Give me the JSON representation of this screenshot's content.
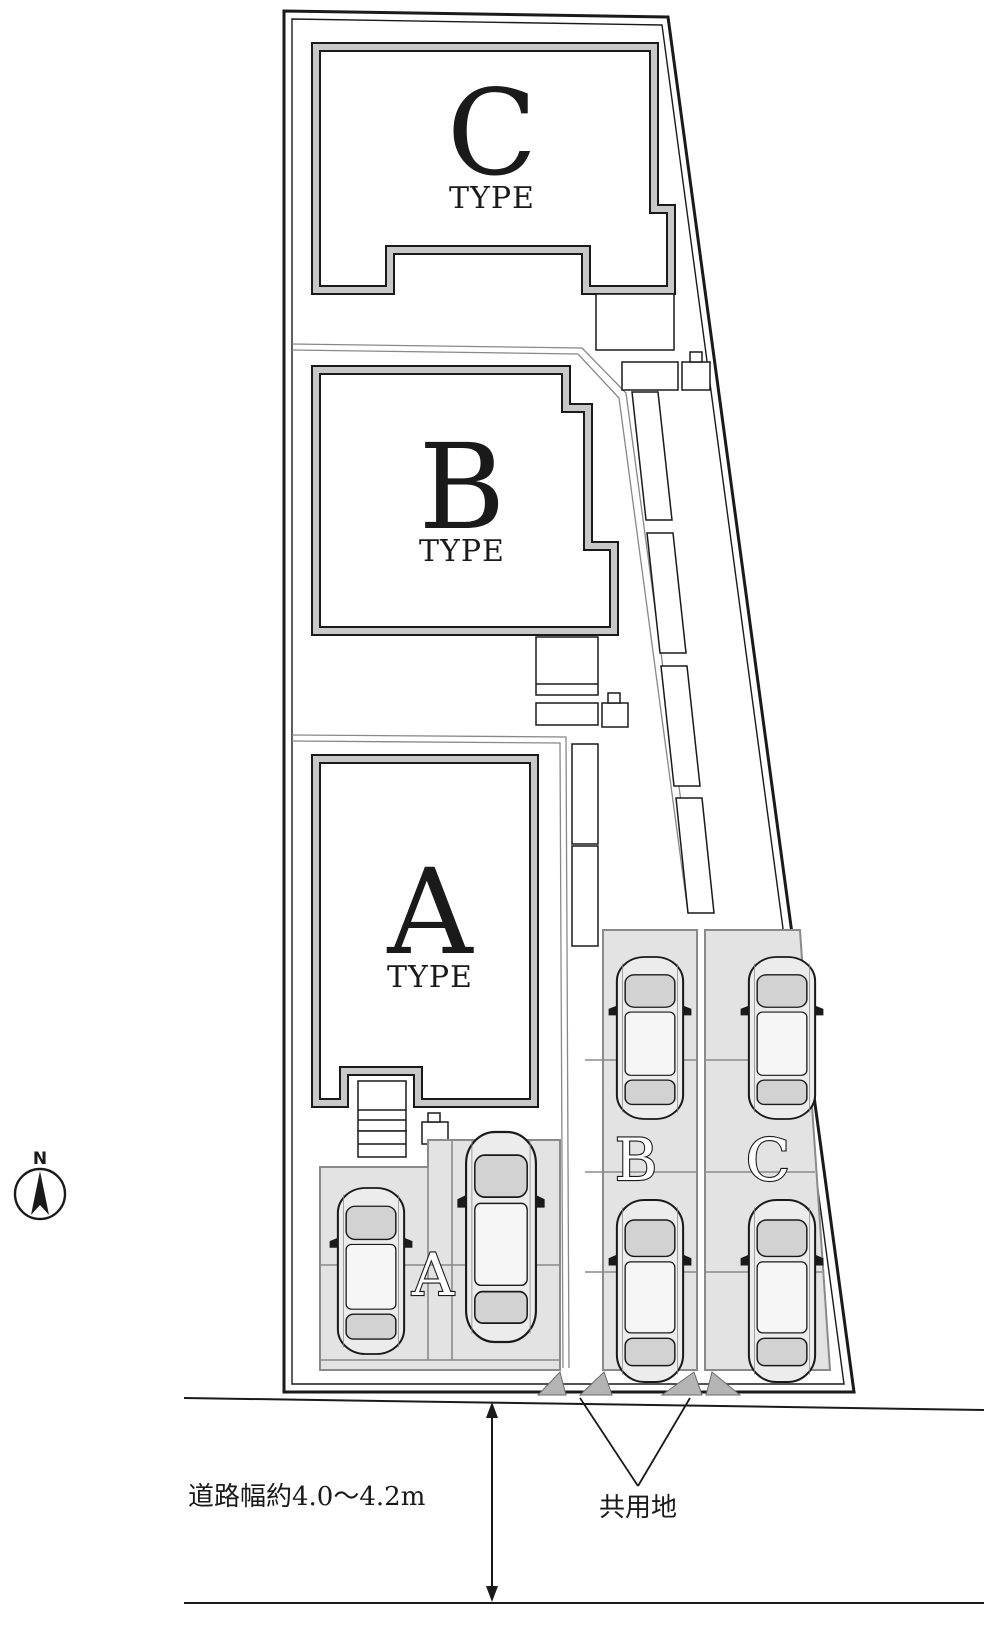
{
  "plan": {
    "houses": [
      {
        "id": "c",
        "letter": "C",
        "type_label": "TYPE"
      },
      {
        "id": "b",
        "letter": "B",
        "type_label": "TYPE"
      },
      {
        "id": "a",
        "letter": "A",
        "type_label": "TYPE"
      }
    ],
    "parking_labels": [
      "A",
      "B",
      "C"
    ],
    "road_width_label": "道路幅約4.0〜4.2m",
    "shared_land_label": "共用地",
    "north_label": "N",
    "icons": [
      "north-arrow-icon",
      "car-icon"
    ],
    "colors": {
      "outline": "#1a1a1a",
      "wall_fill": "#c8c8c8",
      "parking_fill": "#e3e3e3",
      "background": "#ffffff"
    }
  }
}
